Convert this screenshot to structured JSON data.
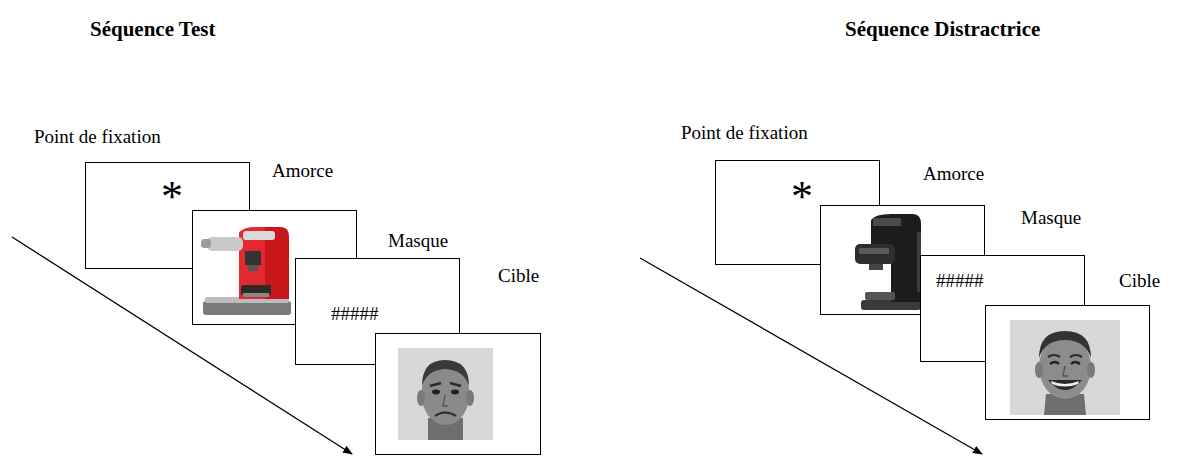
{
  "diagram": {
    "nodes": [
      {
        "text": [
          "Point de fixation",
          "*"
        ]
      },
      {
        "text": [
          "Amorce"
        ]
      },
      {
        "text": [
          "Masque",
          "#####"
        ]
      },
      {
        "text": [
          "Cible"
        ]
      },
      {
        "text": [
          "Point de fixation",
          "*"
        ]
      },
      {
        "text": [
          "Amorce"
        ]
      },
      {
        "text": [
          "Masque",
          "#####"
        ]
      },
      {
        "text": [
          "Cible"
        ]
      }
    ],
    "labels": [
      "Séquence Test",
      "Séquence Distractrice"
    ]
  }
}
